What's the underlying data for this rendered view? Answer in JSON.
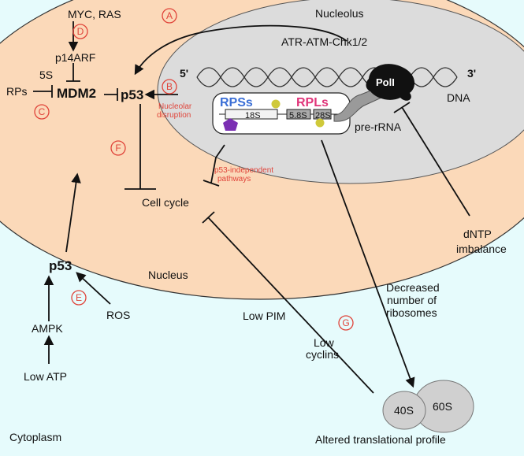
{
  "regions": {
    "nucleolus": "Nucleolus",
    "nucleus": "Nucleus",
    "cytoplasm": "Cytoplasm"
  },
  "nodes": {
    "myc_ras": "MYC, RAS",
    "p14arf": "p14ARF",
    "five_s": "5S",
    "rps_left": "RPs",
    "mdm2": "MDM2",
    "p53_top": "p53",
    "atr": "ATR-ATM-Chk1/2",
    "nucleolar_disruption_1": "Nucleolar",
    "nucleolar_disruption_2": "disruption",
    "p53_independent_1": "p53-independent",
    "p53_independent_2": "pathways",
    "cell_cycle": "Cell cycle",
    "p53_bottom": "p53",
    "ros": "ROS",
    "ampk": "AMPK",
    "low_atp": "Low ATP",
    "low_pim": "Low PIM",
    "low_cyclins_1": "Low",
    "low_cyclins_2": "cyclins",
    "dntp_1": "dNTP",
    "dntp_2": "imbalance",
    "decreased_1": "Decreased",
    "decreased_2": "number of",
    "decreased_3": "ribosomes",
    "altered": "Altered translational profile"
  },
  "dna": {
    "five_prime": "5'",
    "three_prime": "3'",
    "label": "DNA",
    "pol": "PolI"
  },
  "pre_rrna": {
    "label": "pre-rRNA",
    "rps": "RPSs",
    "rpls": "RPLs",
    "s18": "18S",
    "s58": "5.8S",
    "s28": "28S"
  },
  "ribosome": {
    "s40": "40S",
    "s60": "60S"
  },
  "markers": {
    "A": "A",
    "B": "B",
    "C": "C",
    "D": "D",
    "E": "E",
    "F": "F",
    "G": "G"
  },
  "colors": {
    "background": "#e6fbfc",
    "nucleus": "#fbd9b9",
    "nucleolus": "#dcdcdc",
    "marker_red": "#e0443a",
    "rps_blue": "#3b6fd6",
    "rpls_pink": "#e0357a",
    "yellow_dot": "#cfc93a",
    "purple_pentagon": "#7b2fb3",
    "pol_black": "#111111"
  }
}
